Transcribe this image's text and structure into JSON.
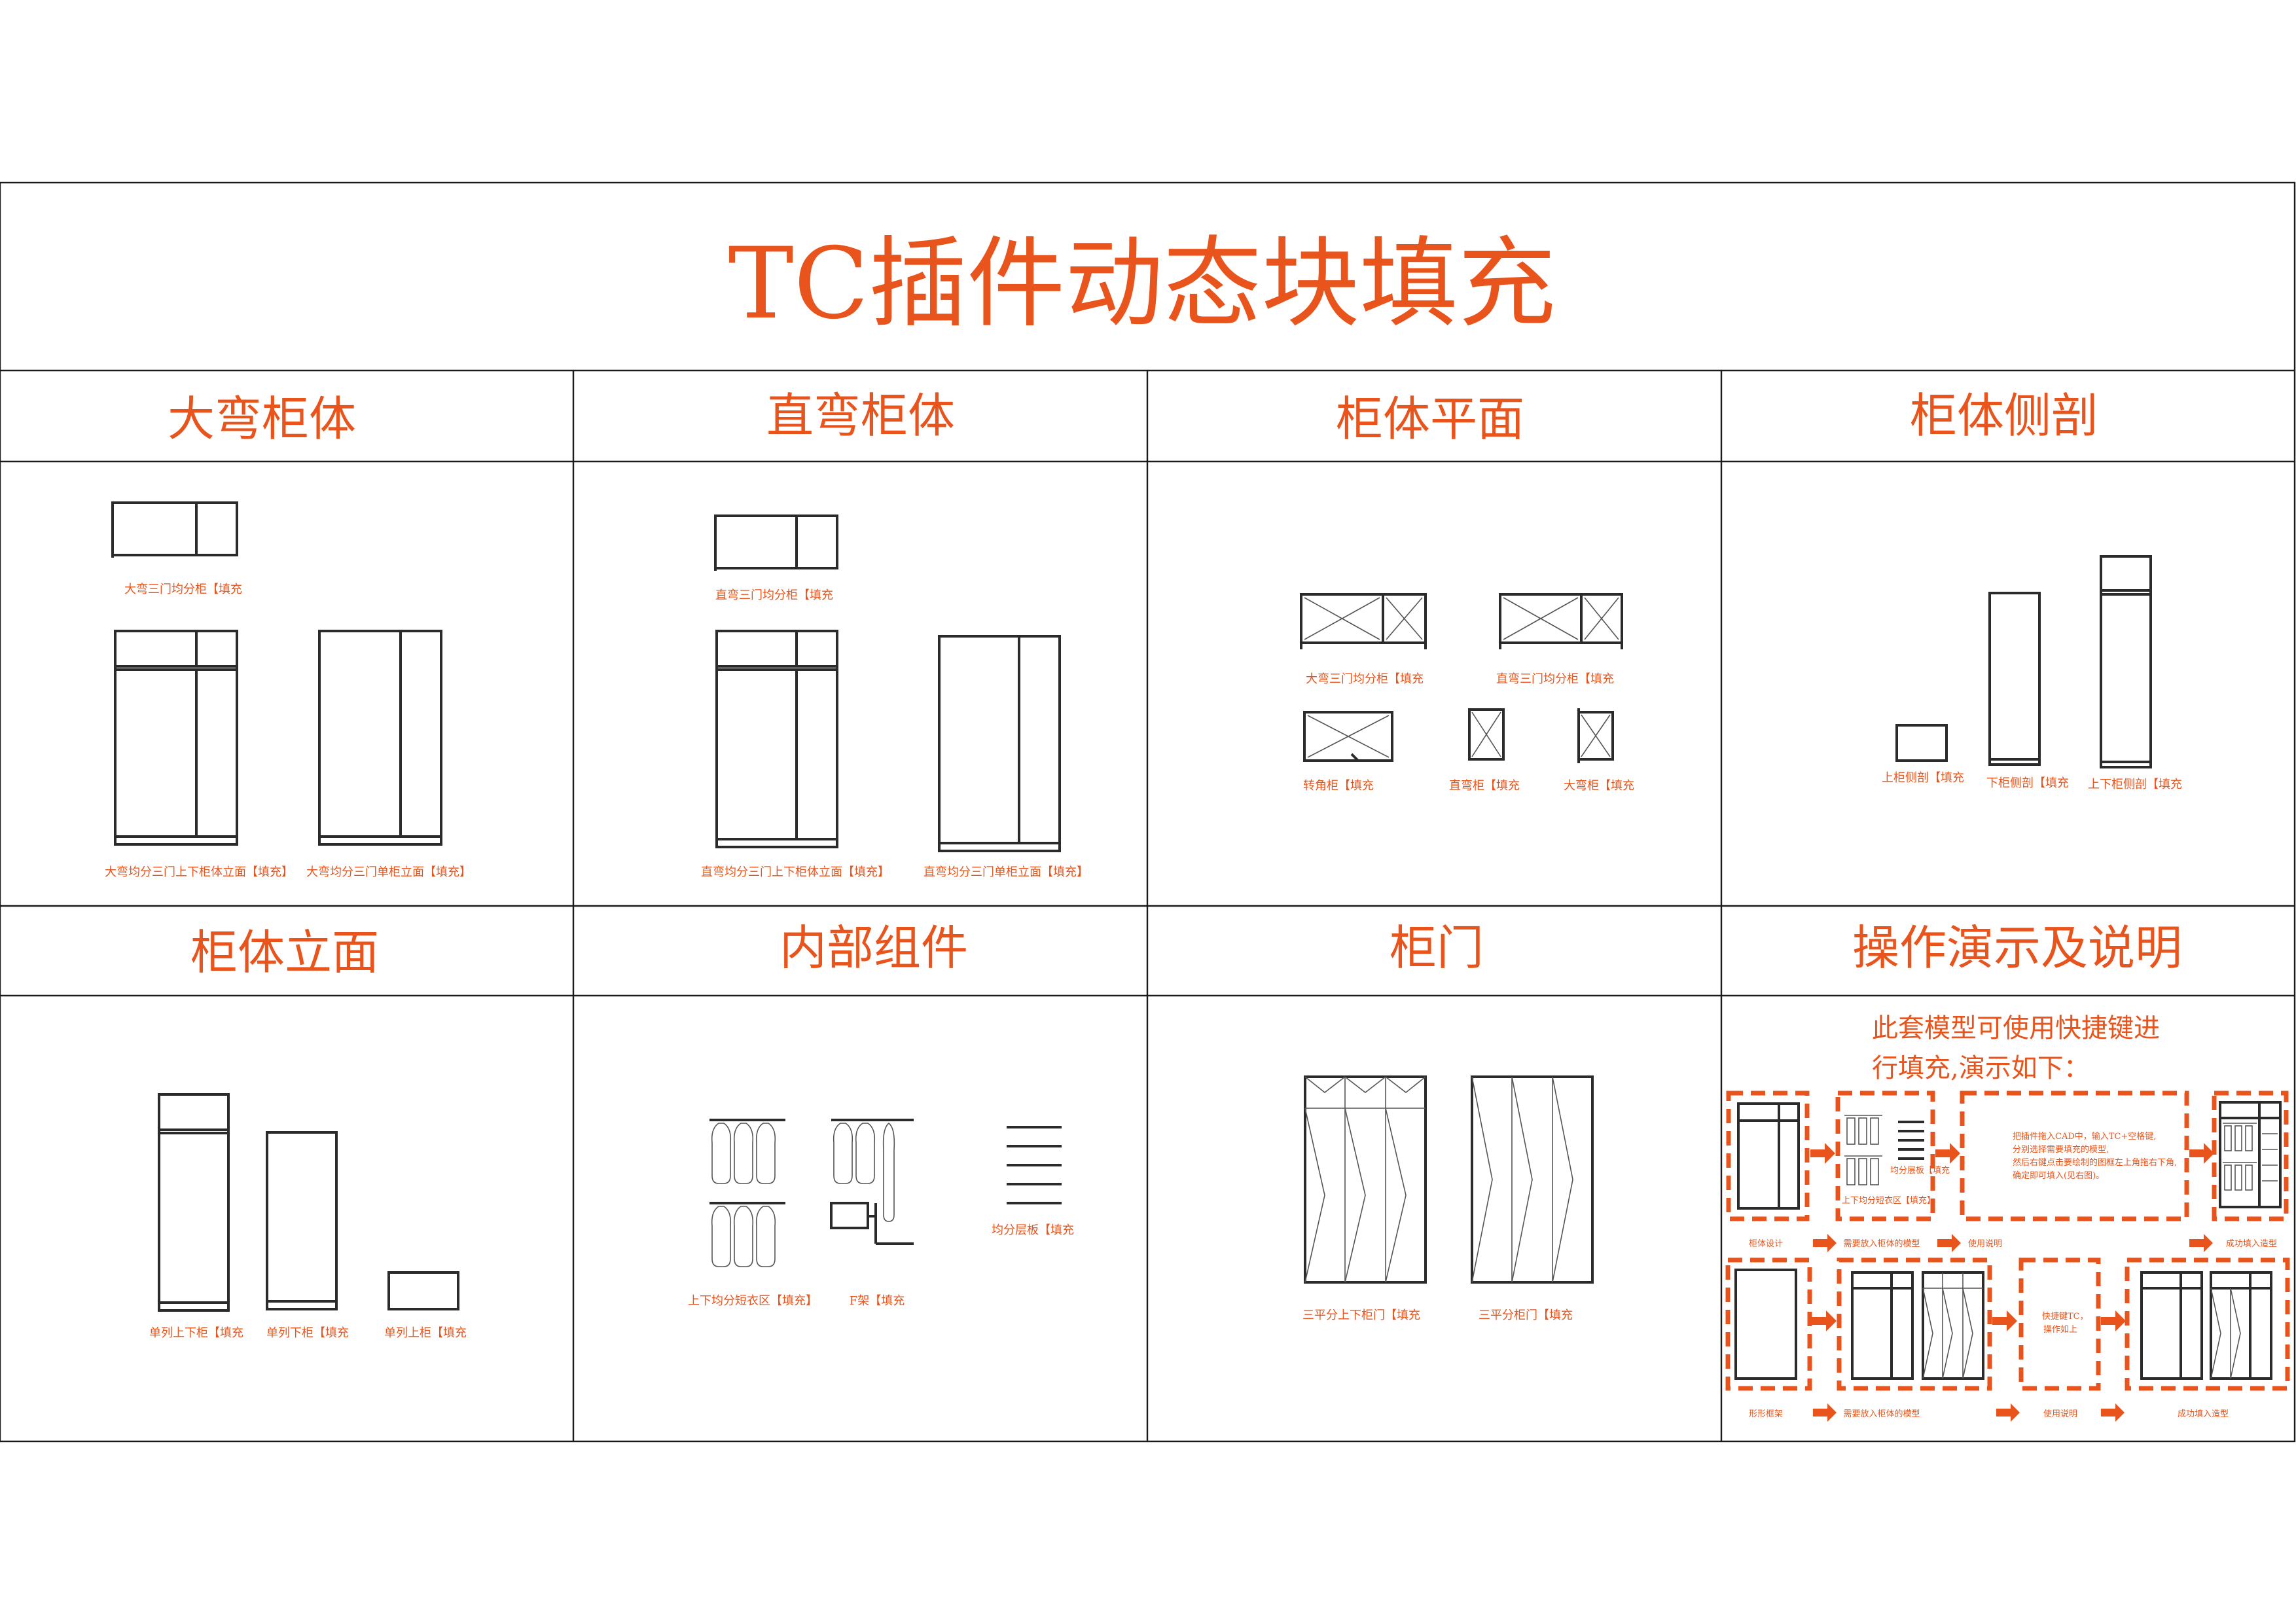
{
  "title": "TC插件动态块填充",
  "colors": {
    "accent": "#e8541b",
    "line": "#2b2b2b"
  },
  "sections": {
    "s1": {
      "header": "大弯柜体",
      "captions": [
        "大弯三门均分柜【填充",
        "大弯均分三门上下柜体立面【填充】",
        "大弯均分三门单柜立面【填充】"
      ]
    },
    "s2": {
      "header": "直弯柜体",
      "captions": [
        "直弯三门均分柜【填充",
        "直弯均分三门上下柜体立面【填充】",
        "直弯均分三门单柜立面【填充】"
      ]
    },
    "s3": {
      "header": "柜体平面",
      "captions": [
        "大弯三门均分柜【填充",
        "直弯三门均分柜【填充",
        "转角柜【填充",
        "直弯柜【填充",
        "大弯柜【填充"
      ]
    },
    "s4": {
      "header": "柜体侧剖",
      "captions": [
        "上柜侧剖【填充",
        "下柜侧剖【填充",
        "上下柜侧剖【填充"
      ]
    },
    "s5": {
      "header": "柜体立面",
      "captions": [
        "单列上下柜【填充",
        "单列下柜【填充",
        "单列上柜【填充"
      ]
    },
    "s6": {
      "header": "内部组件",
      "captions": [
        "上下均分短衣区【填充】",
        "F架【填充",
        "均分层板【填充"
      ]
    },
    "s7": {
      "header": "柜门",
      "captions": [
        "三平分上下柜门【填充",
        "三平分柜门【填充"
      ]
    },
    "s8": {
      "header": "操作演示及说明",
      "note_line1": "此套模型可使用快捷键进",
      "note_line2": "行填充,演示如下：",
      "demo1_text1": "把插件拖入CAD中，输入TC+空格键,",
      "demo1_text2": "分别选择需要填充的模型,",
      "demo1_text3": "然后右键点击要绘制的图框左上角拖右下角,",
      "demo1_text4": "确定即可填入(见右图)。",
      "demo2_text1": "快捷键TC，",
      "demo2_text2": "操作如上",
      "inner_cap1": "上下均分短衣区【填充】",
      "inner_cap2": "均分层板【填充",
      "flow1": [
        "柜体设计",
        "需要放入柜体的模型",
        "使用说明",
        "成功填入造型"
      ],
      "flow2": [
        "形形框架",
        "需要放入柜体的模型",
        "使用说明",
        "成功填入造型"
      ]
    }
  }
}
